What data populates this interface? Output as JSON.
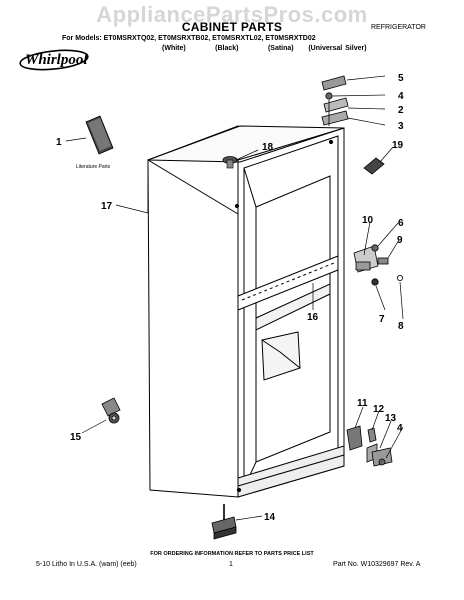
{
  "watermark": "AppliancePartsPros.com",
  "header": {
    "title": "CABINET PARTS",
    "category": "REFRIGERATOR",
    "models": "For Models: ET0MSRXTQ02, ET0MSRXTB02, ET0MSRXTL02, ET0MSRXTD02",
    "variants": "(White)          (Black)          (Satina)     (Universal Silver)",
    "brand": "Whirlpool"
  },
  "diagram": {
    "literature_label": "Literature Parts",
    "callouts": [
      "1",
      "2",
      "3",
      "4",
      "4",
      "5",
      "6",
      "7",
      "8",
      "9",
      "10",
      "11",
      "12",
      "13",
      "14",
      "15",
      "16",
      "17",
      "18",
      "19"
    ]
  },
  "footer": {
    "note": "FOR ORDERING INFORMATION REFER TO PARTS PRICE LIST",
    "left": "5-10 Litho In U.S.A. (wam) (eeb)",
    "page": "1",
    "part_no": "Part No. W10329697 Rev. A"
  }
}
